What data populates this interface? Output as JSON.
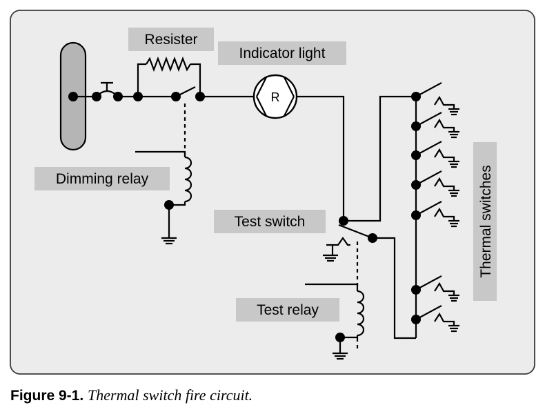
{
  "labels": {
    "resister": "Resister",
    "indicator_light": "Indicator light",
    "dimming_relay": "Dimming relay",
    "test_switch": "Test switch",
    "test_relay": "Test relay",
    "thermal_switches": "Thermal switches",
    "lamp_letter": "R"
  },
  "caption": {
    "number": "Figure 9-1.",
    "title": "Thermal switch fire circuit."
  }
}
